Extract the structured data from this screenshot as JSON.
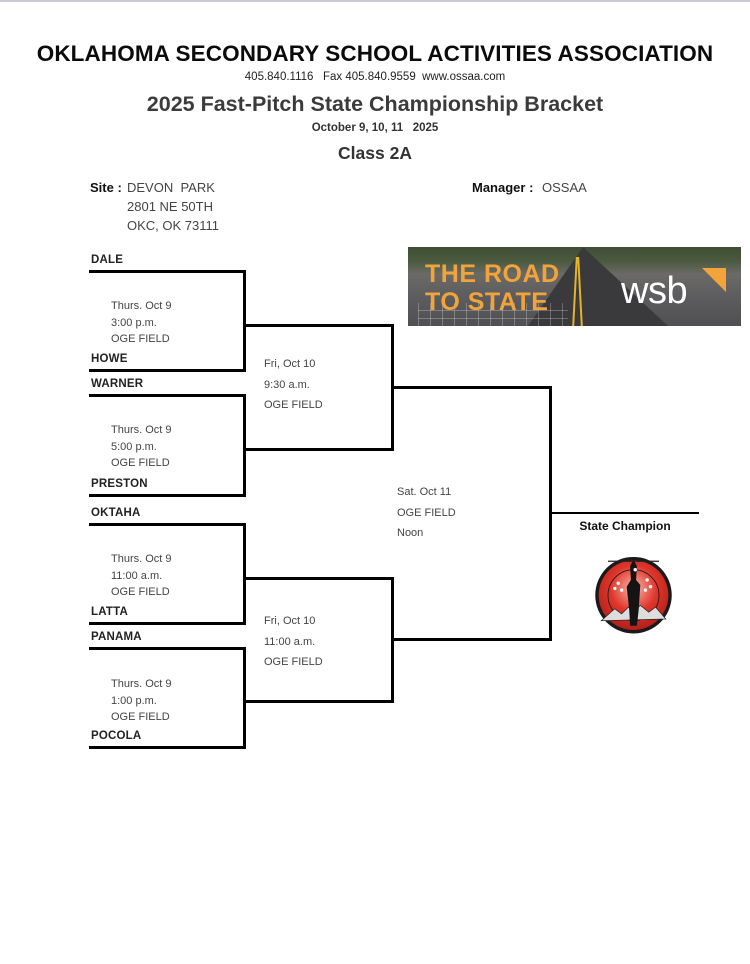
{
  "header": {
    "organization": "OKLAHOMA SECONDARY SCHOOL ACTIVITIES ASSOCIATION",
    "contact": "405.840.1116   Fax 405.840.9559  www.ossaa.com",
    "title": "2025 Fast-Pitch State Championship Bracket",
    "dates": "October 9, 10, 11   2025",
    "class": "Class 2A"
  },
  "site": {
    "label": "Site :",
    "name": "DEVON  PARK",
    "address_line1": "2801 NE 50TH",
    "address_line2": "OKC, OK 73111"
  },
  "manager": {
    "label": "Manager :",
    "name": "OSSAA"
  },
  "banner": {
    "headline_line1": "THE ROAD",
    "headline_line2": "TO STATE",
    "brand": "wsb",
    "colors": {
      "headline": "#f2a33a",
      "brand": "#ffffff"
    }
  },
  "bracket": {
    "round1": [
      {
        "top_team": "DALE",
        "bottom_team": "HOWE",
        "day": "Thurs. Oct 9",
        "time": "3:00 p.m.",
        "field": "OGE FIELD"
      },
      {
        "top_team": "WARNER",
        "bottom_team": "PRESTON",
        "day": "Thurs. Oct 9",
        "time": "5:00 p.m.",
        "field": "OGE FIELD"
      },
      {
        "top_team": "OKTAHA",
        "bottom_team": "LATTA",
        "day": "Thurs. Oct 9",
        "time": "11:00 a.m.",
        "field": "OGE FIELD"
      },
      {
        "top_team": "PANAMA",
        "bottom_team": "POCOLA",
        "day": "Thurs. Oct 9",
        "time": "1:00 p.m.",
        "field": "OGE FIELD"
      }
    ],
    "semifinals": [
      {
        "day": "Fri, Oct 10",
        "time": "9:30 a.m.",
        "field": "OGE FIELD"
      },
      {
        "day": "Fri, Oct 10",
        "time": "11:00 a.m.",
        "field": "OGE FIELD"
      }
    ],
    "final": {
      "day": "Sat. Oct 11",
      "field": "OGE FIELD",
      "time": "Noon"
    },
    "champion_label": "State Champion"
  },
  "seal": {
    "icon": "ossaa-seal-icon",
    "colors": {
      "fill": "#e0352b",
      "ring": "#1a1a1a"
    }
  }
}
